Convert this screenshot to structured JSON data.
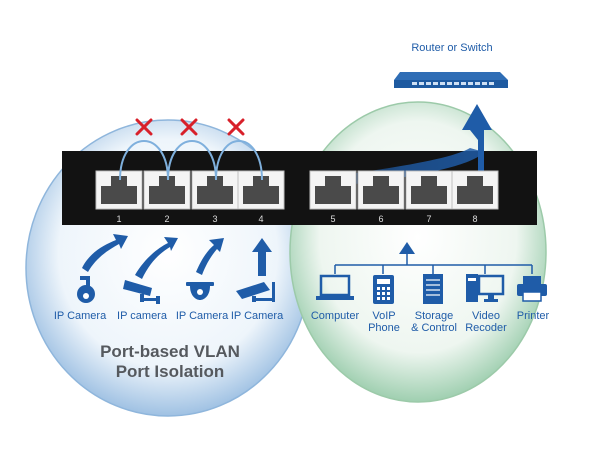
{
  "router": {
    "label": "Router or Switch"
  },
  "ports": [
    "1",
    "2",
    "3",
    "4",
    "5",
    "6",
    "7",
    "8"
  ],
  "left_devices": [
    {
      "label": "IP Camera",
      "icon": "ptz-camera-icon"
    },
    {
      "label": "IP camera",
      "icon": "bullet-camera-icon"
    },
    {
      "label": "IP Camera",
      "icon": "dome-camera-icon"
    },
    {
      "label": "IP Camera",
      "icon": "box-camera-icon"
    }
  ],
  "right_devices": [
    {
      "label": "Computer",
      "icon": "laptop-icon"
    },
    {
      "label_lines": [
        "VoIP",
        "Phone"
      ],
      "icon": "voip-phone-icon"
    },
    {
      "label_lines": [
        "Storage",
        "& Control"
      ],
      "icon": "storage-server-icon"
    },
    {
      "label_lines": [
        "Video",
        "Recoder"
      ],
      "icon": "video-recorder-icon"
    },
    {
      "label": "Printer",
      "icon": "printer-icon"
    }
  ],
  "footer": {
    "line1": "Port-based VLAN",
    "line2": "Port Isolation"
  },
  "colors": {
    "accent": "#1f5ca8",
    "cross": "#d8202a",
    "switch_body": "#121212",
    "text_gray": "#55595e"
  }
}
